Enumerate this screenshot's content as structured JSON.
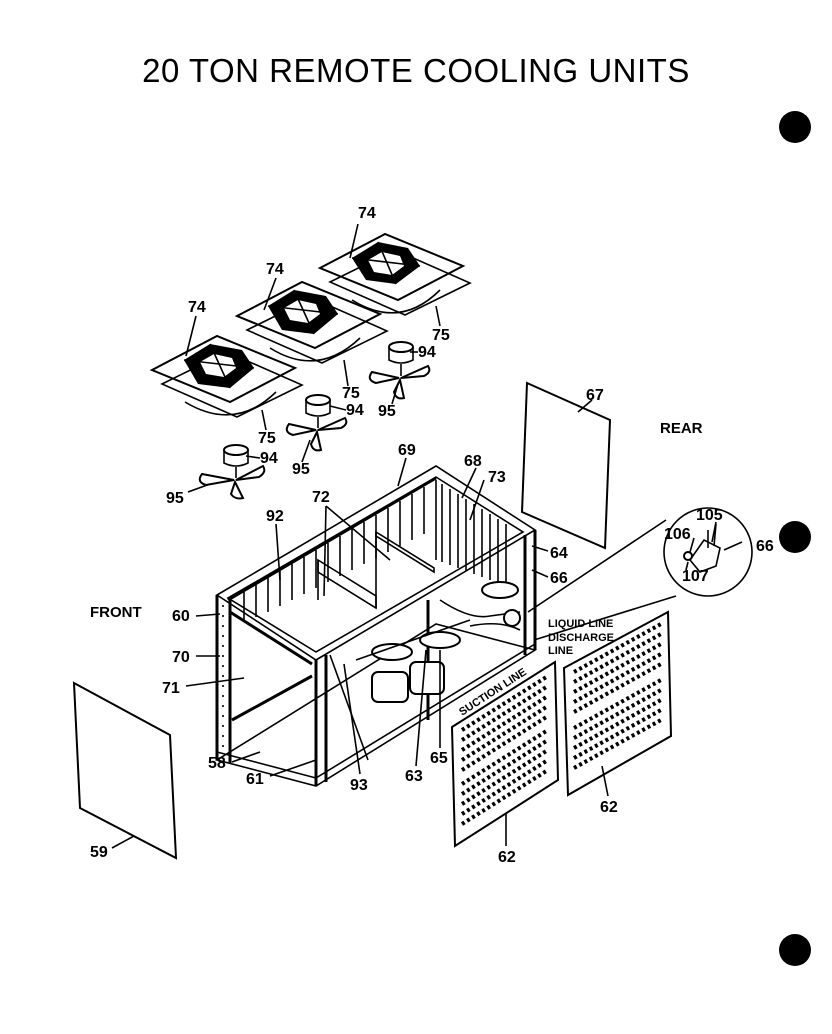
{
  "title": "20 TON REMOTE COOLING UNITS",
  "orientation": {
    "front": "FRONT",
    "rear": "REAR"
  },
  "line_labels": {
    "liquid": "LIQUID LINE",
    "discharge_1": "DISCHARGE",
    "discharge_2": "LINE",
    "suction": "SUCTION LINE"
  },
  "part_numbers": {
    "p74a": "74",
    "p74b": "74",
    "p74c": "74",
    "p75a": "75",
    "p75b": "75",
    "p75c": "75",
    "p94a": "94",
    "p94b": "94",
    "p94c": "94",
    "p95a": "95",
    "p95b": "95",
    "p95c": "95",
    "p67": "67",
    "p69": "69",
    "p68": "68",
    "p73": "73",
    "p72": "72",
    "p92": "92",
    "p64": "64",
    "p66a": "66",
    "p66b": "66",
    "p60": "60",
    "p70": "70",
    "p71": "71",
    "p58": "58",
    "p61": "61",
    "p93": "93",
    "p63": "63",
    "p65": "65",
    "p62a": "62",
    "p62b": "62",
    "p59": "59",
    "p105": "105",
    "p106": "106",
    "p107": "107"
  },
  "icons": [
    "binder-hole-icon"
  ]
}
